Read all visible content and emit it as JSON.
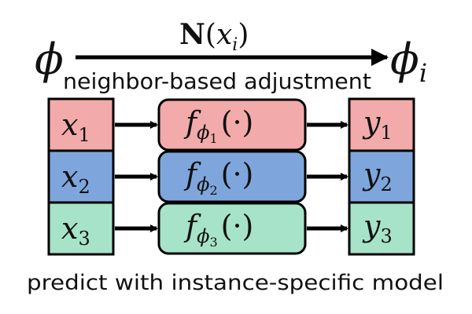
{
  "top_arrow": {
    "operator_bold": "N",
    "operator_open": "(",
    "operator_var": "x",
    "operator_sub": "i",
    "operator_close": ")",
    "left_symbol": "ϕ",
    "right_symbol": "ϕ",
    "right_sub": "i",
    "caption": "neighbor-based adjustment"
  },
  "rows": [
    {
      "color": "#f3aaaa",
      "input_var": "x",
      "input_sub": "1",
      "model_f": "f",
      "model_phi": "ϕ",
      "model_sub": "1",
      "model_arg": "(·)",
      "output_var": "y",
      "output_sub": "1"
    },
    {
      "color": "#7ea6dc",
      "input_var": "x",
      "input_sub": "2",
      "model_f": "f",
      "model_phi": "ϕ",
      "model_sub": "2",
      "model_arg": "(·)",
      "output_var": "y",
      "output_sub": "2"
    },
    {
      "color": "#a6e3c8",
      "input_var": "x",
      "input_sub": "3",
      "model_f": "f",
      "model_phi": "ϕ",
      "model_sub": "3",
      "model_arg": "(·)",
      "output_var": "y",
      "output_sub": "3"
    }
  ],
  "bottom_caption": "predict with instance-specific model"
}
